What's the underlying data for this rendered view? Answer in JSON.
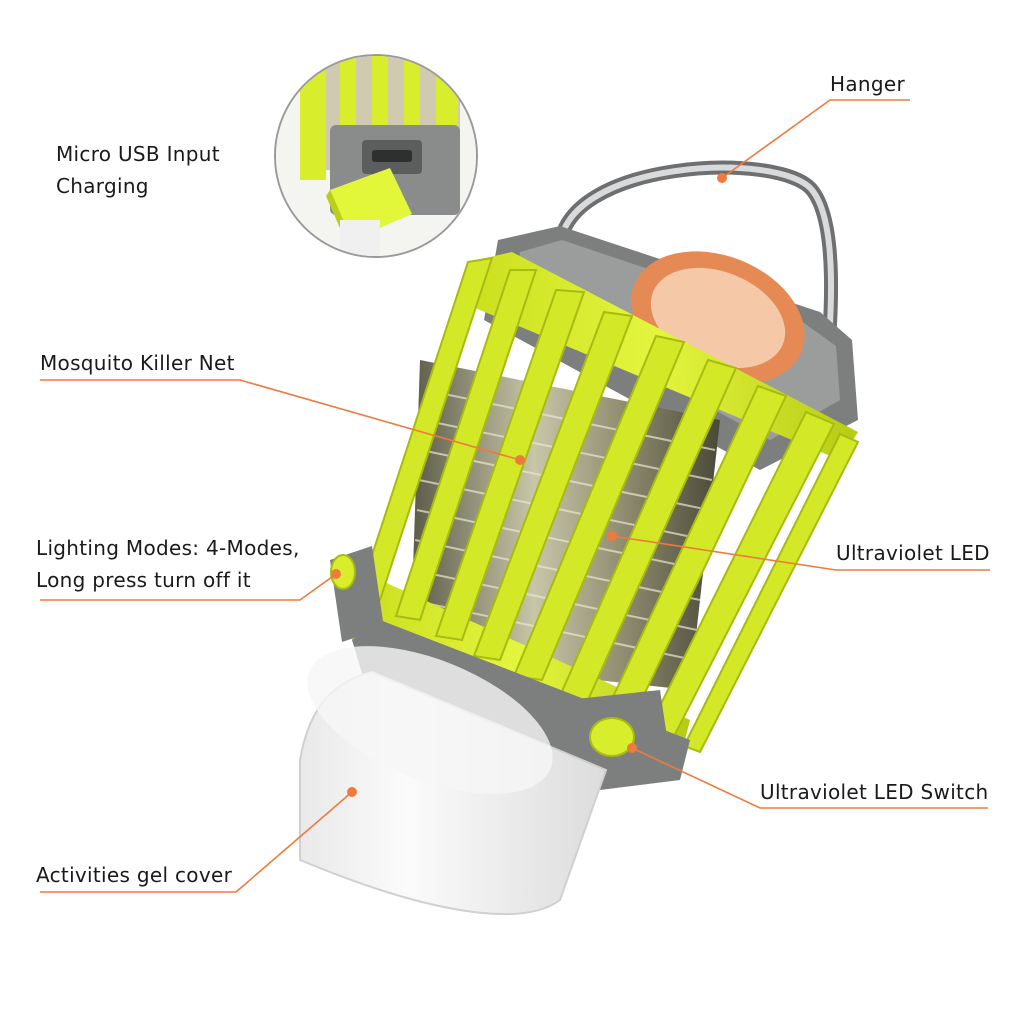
{
  "callouts": {
    "usb": {
      "line1": "Micro USB Input",
      "line2": "Charging"
    },
    "hanger": "Hanger",
    "net": "Mosquito Killer Net",
    "modes": {
      "line1": "Lighting Modes: 4-Modes,",
      "line2": "Long press turn off it"
    },
    "uv_led": "Ultraviolet LED",
    "uv_switch": "Ultraviolet LED Switch",
    "gel_cover": "Activities gel cover"
  },
  "colors": {
    "accent_line": "#f07a3e",
    "cage_yellow": "#d6ec2a",
    "body_gray": "#7d7f7f"
  }
}
